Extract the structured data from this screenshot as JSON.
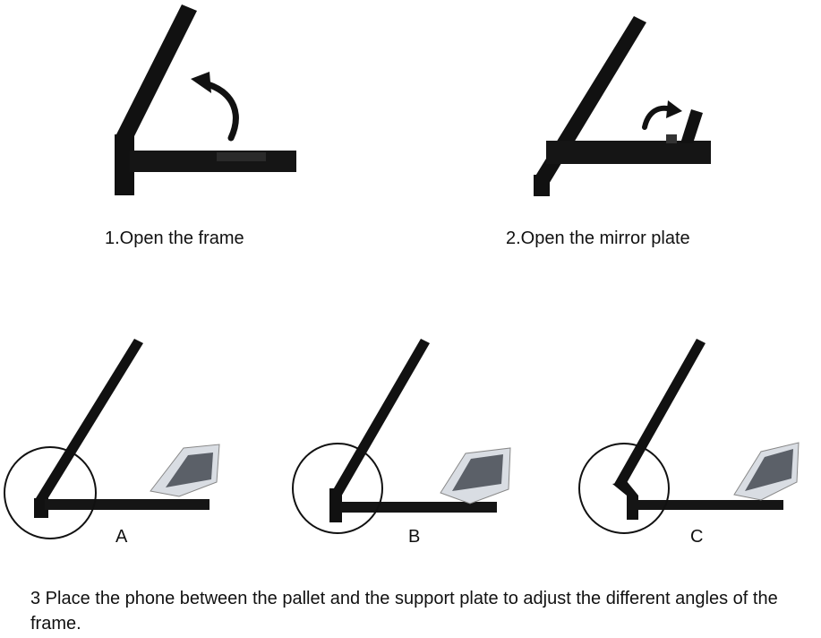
{
  "steps": [
    {
      "caption": "1.Open the frame"
    },
    {
      "caption": "2.Open the mirror plate"
    }
  ],
  "angle_labels": [
    "A",
    "B",
    "C"
  ],
  "instruction": "3 Place the phone between the pallet and the support plate to adjust the different angles of the frame.",
  "colors": {
    "product": "#111111",
    "phone": "#d9dde3",
    "arrow": "#111111",
    "circle": "#111111"
  }
}
